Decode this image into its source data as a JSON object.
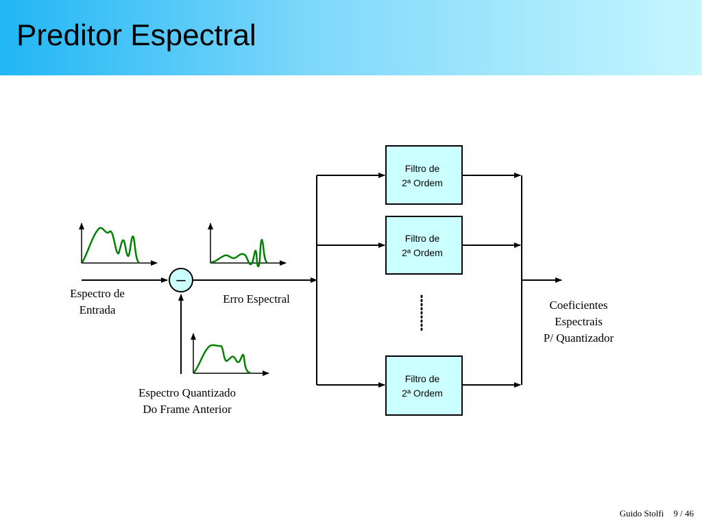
{
  "slide": {
    "title": "Preditor Espectral"
  },
  "diagram": {
    "input_label": [
      "Espectro de",
      "Entrada"
    ],
    "error_label": "Erro Espectral",
    "quantized_label": [
      "Espectro Quantizado",
      "Do Frame Anterior"
    ],
    "output_label": [
      "Coeficientes",
      "Espectrais",
      "P/ Quantizador"
    ],
    "subtract_symbol": "–",
    "filters": [
      {
        "line1": "Filtro de",
        "line2": "2ª Ordem"
      },
      {
        "line1": "Filtro de",
        "line2": "2ª Ordem"
      },
      {
        "line1": "Filtro de",
        "line2": "2ª Ordem"
      }
    ],
    "colors": {
      "filter_fill": "#ccffff",
      "curve": "#008000",
      "summer_fill": "#ccffff"
    }
  },
  "footer": {
    "author": "Guido Stolfi",
    "page": "9 / 46"
  }
}
